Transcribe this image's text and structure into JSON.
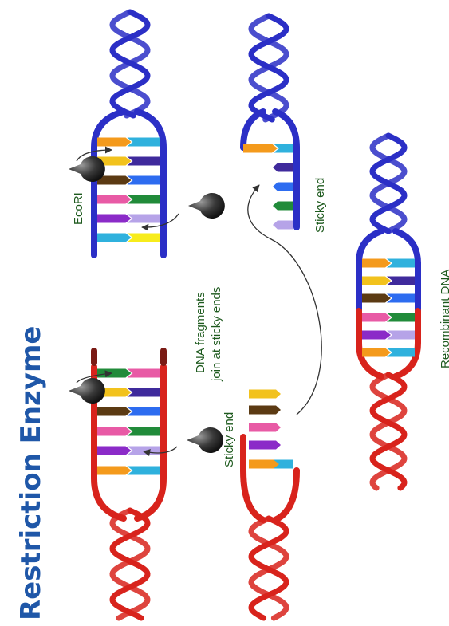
{
  "title": "Restriction Enzyme",
  "labels": {
    "enzyme": "EcoRI",
    "join": [
      "DNA fragments",
      "join at sticky ends"
    ],
    "sticky_end_left": "Sticky end",
    "sticky_end_right": "Sticky end",
    "recombinant": "Recombinant DNA"
  },
  "colors": {
    "title": "#1f57a8",
    "label": "#1e5a1e",
    "strand_red": "#d8231c",
    "strand_blue": "#2b2fc6",
    "enzyme": "#555555",
    "bases": [
      "#f49a1c",
      "#f2c21d",
      "#5b3a13",
      "#3f2a9c",
      "#2d6cf0",
      "#e85aa5",
      "#218b3a",
      "#8b2bc8",
      "#b6a3e8",
      "#2fb1dd",
      "#f7ec1c"
    ]
  }
}
